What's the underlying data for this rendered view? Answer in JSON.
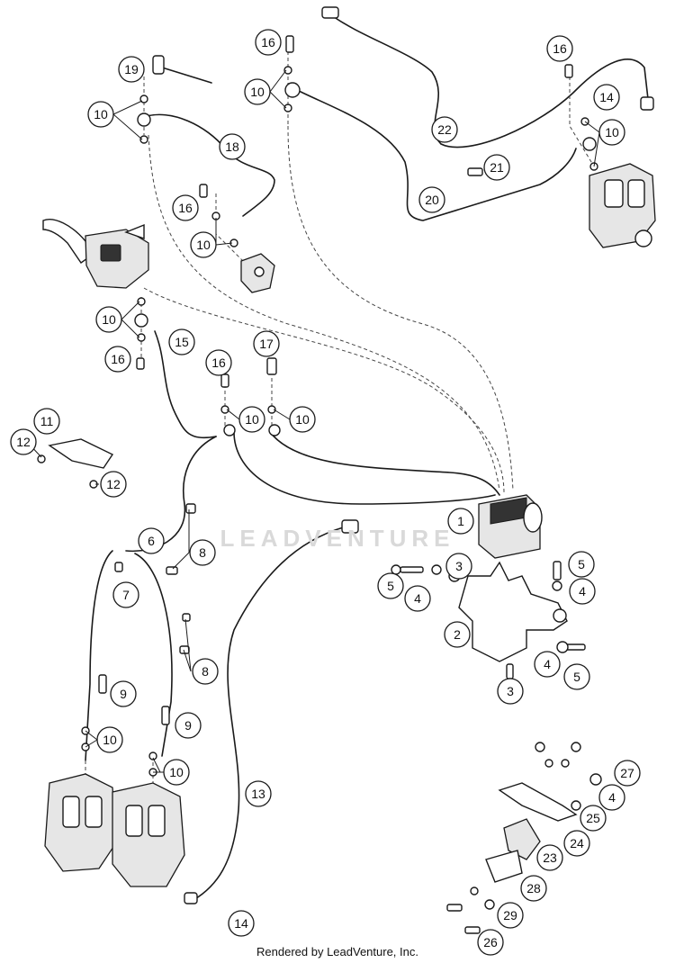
{
  "watermark": "LEADVENTURE",
  "credit": "Rendered by LeadVenture, Inc.",
  "callouts": [
    {
      "label": "1"
    },
    {
      "label": "2"
    },
    {
      "label": "3"
    },
    {
      "label": "3"
    },
    {
      "label": "4"
    },
    {
      "label": "4"
    },
    {
      "label": "4"
    },
    {
      "label": "4"
    },
    {
      "label": "5"
    },
    {
      "label": "5"
    },
    {
      "label": "5"
    },
    {
      "label": "6"
    },
    {
      "label": "7"
    },
    {
      "label": "8"
    },
    {
      "label": "8"
    },
    {
      "label": "9"
    },
    {
      "label": "9"
    },
    {
      "label": "10"
    },
    {
      "label": "10"
    },
    {
      "label": "10"
    },
    {
      "label": "10"
    },
    {
      "label": "10"
    },
    {
      "label": "10"
    },
    {
      "label": "10"
    },
    {
      "label": "10"
    },
    {
      "label": "10"
    },
    {
      "label": "10"
    },
    {
      "label": "11"
    },
    {
      "label": "12"
    },
    {
      "label": "12"
    },
    {
      "label": "13"
    },
    {
      "label": "14"
    },
    {
      "label": "14"
    },
    {
      "label": "15"
    },
    {
      "label": "16"
    },
    {
      "label": "16"
    },
    {
      "label": "16"
    },
    {
      "label": "16"
    },
    {
      "label": "16"
    },
    {
      "label": "17"
    },
    {
      "label": "18"
    },
    {
      "label": "19"
    },
    {
      "label": "20"
    },
    {
      "label": "21"
    },
    {
      "label": "22"
    },
    {
      "label": "23"
    },
    {
      "label": "24"
    },
    {
      "label": "25"
    },
    {
      "label": "26"
    },
    {
      "label": "27"
    },
    {
      "label": "28"
    },
    {
      "label": "29"
    }
  ]
}
